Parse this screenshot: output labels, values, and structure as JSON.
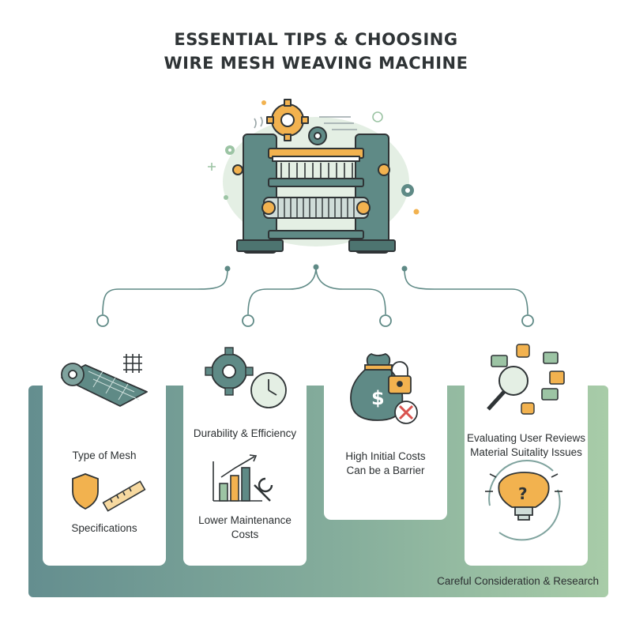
{
  "title": {
    "line1": "ESSENTIAL TIPS & CHOOSING",
    "line2": "WIRE MESH WEAVING MACHINE"
  },
  "colors": {
    "teal": "#5f8a86",
    "sage": "#9cc4a4",
    "mint_bg": "#e4efe4",
    "orange": "#f2b24f",
    "dark": "#2f3436",
    "red": "#d9534f"
  },
  "cards": [
    {
      "label_top": "Type of Mesh",
      "label_bottom": "Specifications",
      "icons": [
        "mesh-roll-icon",
        "grid-icon",
        "shield-icon",
        "ruler-icon"
      ]
    },
    {
      "label_top": "Durability & Efficiency",
      "label_bottom": "Lower Maintenance Costs",
      "icons": [
        "gear-icon",
        "clock-icon",
        "bar-chart-icon",
        "wrench-icon"
      ]
    },
    {
      "label_top": "High Initial Costs Can be a Barrier",
      "icons": [
        "money-bag-icon",
        "lock-icon",
        "cross-icon"
      ]
    },
    {
      "label_top": "Evaluating User Reviews Material Suitality Issues",
      "icons": [
        "magnifier-icon",
        "speech-bubble-icon",
        "thumbs-up-icon",
        "lightbulb-icon",
        "cycle-arrows-icon"
      ]
    }
  ],
  "labels": {
    "card1_top": "Type of Mesh",
    "card1_bottom": "Specifications",
    "card2_top": "Durability & Efficiency",
    "card2_bottom_l1": "Lower Maintenance",
    "card2_bottom_l2": "Costs",
    "card3_l1": "High Initial Costs",
    "card3_l2": "Can be a Barrier",
    "card4_l1": "Evaluating User Reviews",
    "card4_l2": "Material Suitality Issues",
    "footer": "Careful Consideration & Research"
  }
}
